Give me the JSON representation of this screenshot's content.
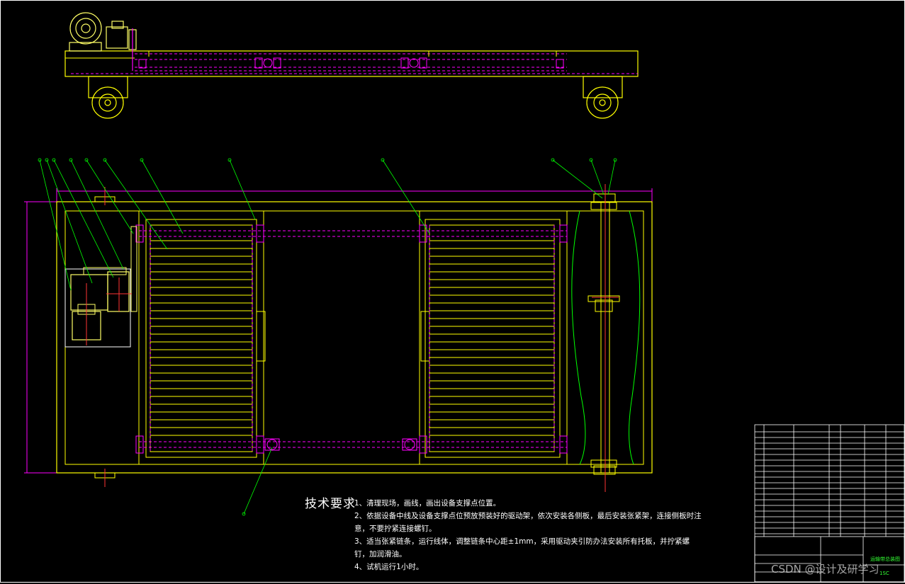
{
  "technical_requirements": {
    "title": "技术要求",
    "items": [
      "1、清理现场，画线，画出设备支撑点位置。",
      "2、依据设备中线及设备支撑点位预放预装好的驱动架，依次安装各侧板，最后安装张紧架，连接侧板时注",
      "    意，不要拧紧连接螺钉。",
      "3、适当张紧链条，运行线体，调整链条中心距±1mm，采用驱动夹引防办法安装所有托板，并拧紧螺",
      "    钉，加润滑油。",
      "4、试机运行1小时。"
    ]
  },
  "title_block": {
    "drawing_title": "运输带总装图",
    "code": "1SC"
  },
  "watermark": "CSDN @设计及研学习",
  "colors": {
    "background": "#000000",
    "outline": "#ffff00",
    "hidden": "#ff00ff",
    "leader": "#00ff00",
    "frame": "#ffffff",
    "center": "#ff3333",
    "motor": "#ffff66"
  }
}
